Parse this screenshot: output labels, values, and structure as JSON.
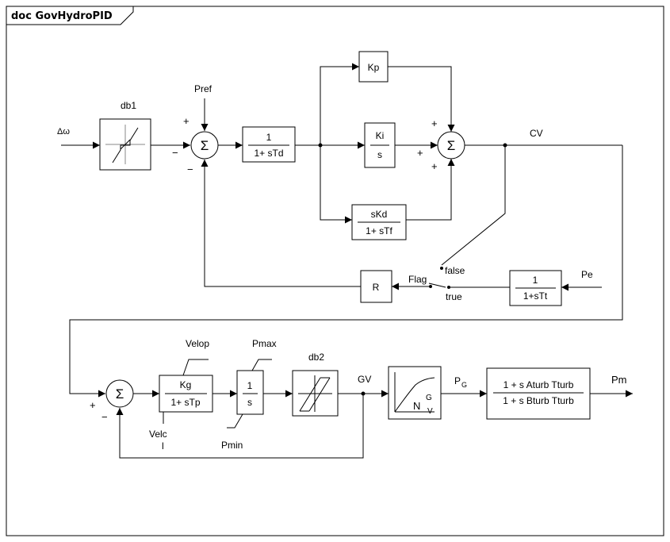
{
  "header": {
    "title": "doc GovHydroPID"
  },
  "inputs": {
    "delta_omega": "Δω",
    "pref": "Pref",
    "pe": "Pe"
  },
  "blocks": {
    "db1": "db1",
    "lead": {
      "num": "1",
      "den": "1+ sTd"
    },
    "kp": "Kp",
    "ki": {
      "num": "Ki",
      "den": "s"
    },
    "kd": {
      "num": "sKd",
      "den": "1+ sTf"
    },
    "r": "R",
    "pe_filter": {
      "num": "1",
      "den": "1+sTt"
    },
    "servo": {
      "num": "Kg",
      "den": "1+ sTp"
    },
    "integrator": {
      "num": "1",
      "den": "s"
    },
    "db2": "db2",
    "nonlinear": {
      "main": "N",
      "sub_top": "G",
      "sub_bottom": "V"
    },
    "turbine": {
      "num": "1 + s Aturb Tturb",
      "den": "1 + s Bturb Tturb"
    }
  },
  "signals": {
    "cv": "CV",
    "flag": "Flag",
    "false_label": "false",
    "true_label": "true",
    "velop": "Velop",
    "velcl": "Velc",
    "velcl_tail": "l",
    "pmax": "Pmax",
    "pmin": "Pmin",
    "gv": "GV",
    "pg_main": "P",
    "pg_sub": "G",
    "pm": "Pm"
  },
  "sigma": "Σ",
  "signs": {
    "plus": "+",
    "minus": "−"
  },
  "colors": {
    "line": "#000000",
    "block_fill": "#ffffff",
    "frame": "#000000"
  }
}
